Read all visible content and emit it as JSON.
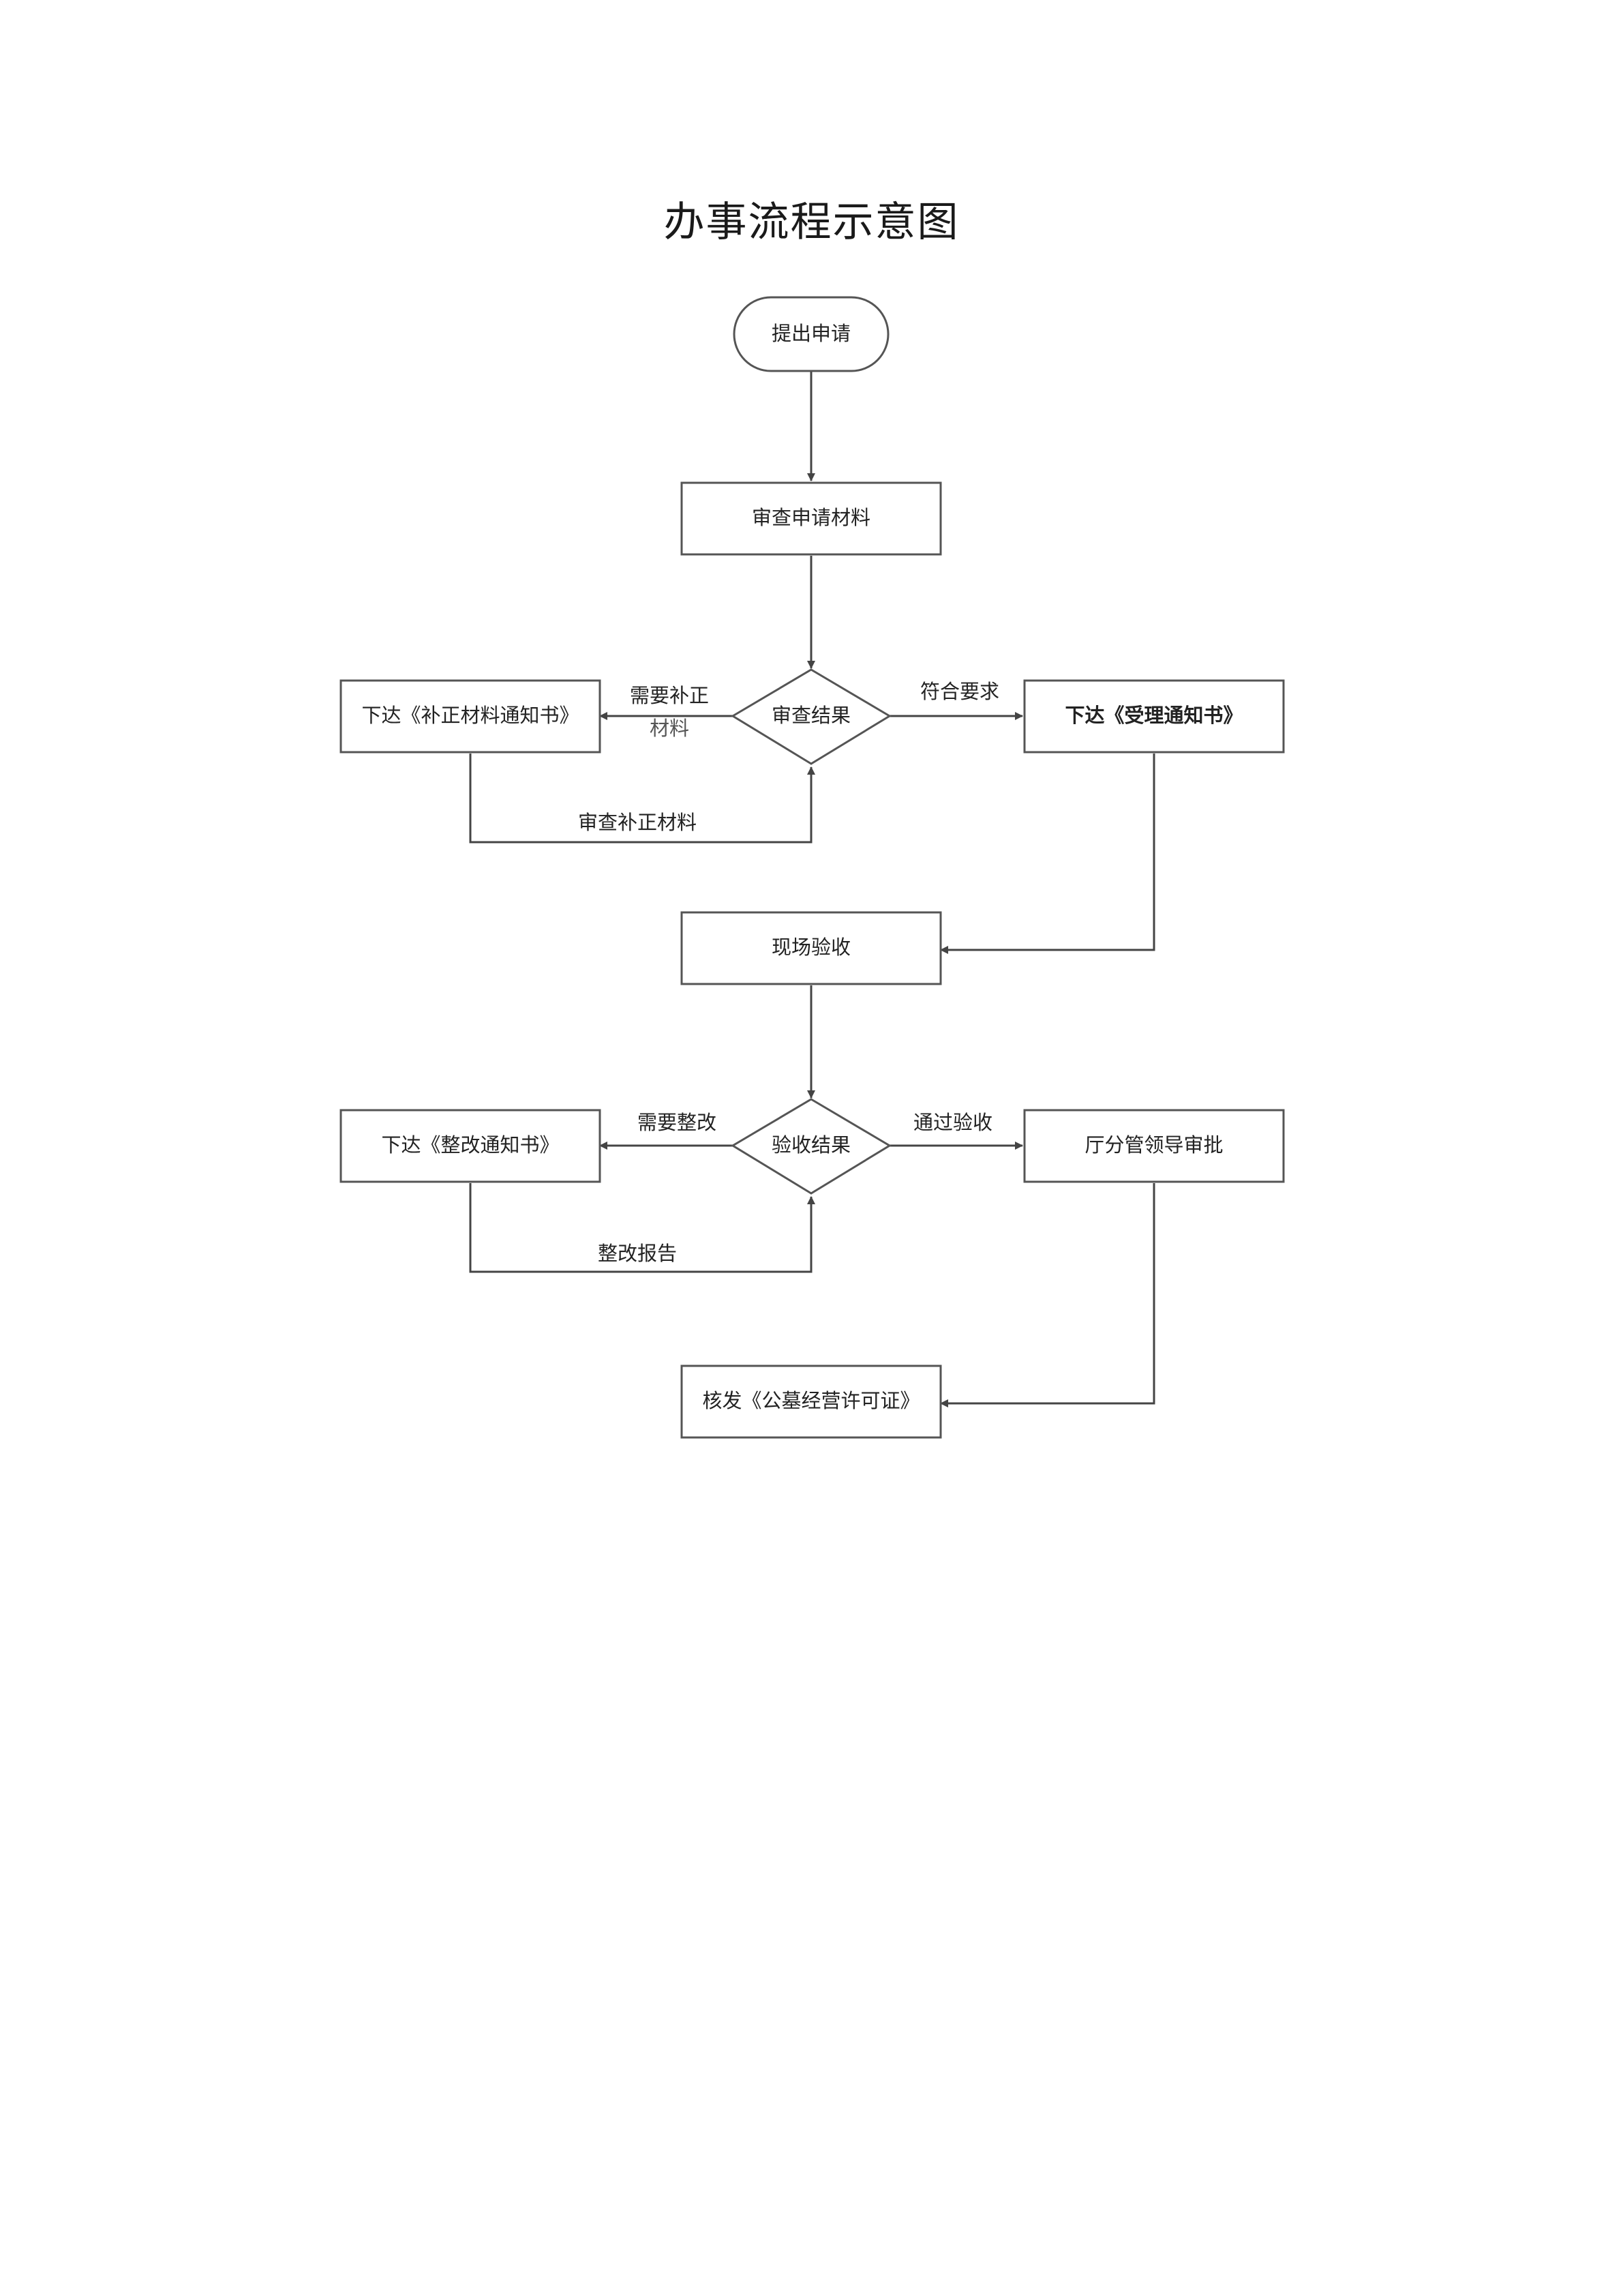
{
  "title": "办事流程示意图",
  "nodes": {
    "submit": "提出申请",
    "review_materials": "审查申请材料",
    "review_result": "审查结果",
    "supplement_notice": "下达《补正材料通知书》",
    "acceptance_notice": "下达《受理通知书》",
    "site_inspection": "现场验收",
    "inspection_result": "验收结果",
    "rectify_notice": "下达《整改通知书》",
    "leader_approval": "厅分管领导审批",
    "issue_license": "核发《公墓经营许可证》"
  },
  "edges": {
    "need_supplement_line1": "需要补正",
    "need_supplement_line2": "材料",
    "meets_requirements": "符合要求",
    "review_supplement": "审查补正材料",
    "need_rectify": "需要整改",
    "pass_inspection": "通过验收",
    "rectify_report": "整改报告"
  },
  "colors": {
    "line": "#444444",
    "border": "#555555",
    "text": "#222222"
  }
}
